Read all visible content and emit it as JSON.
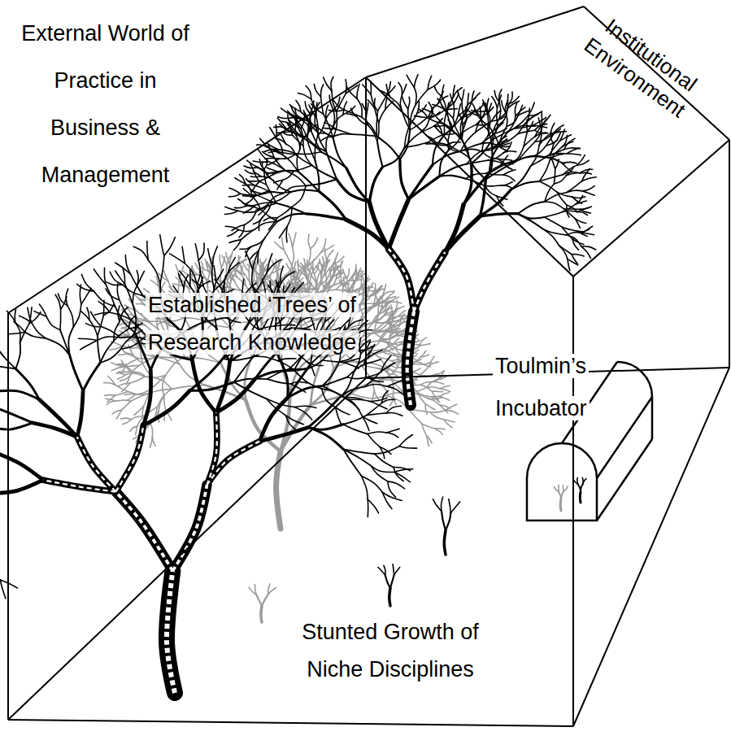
{
  "diagram": {
    "labels": [
      "External World of Practice in Business & Management",
      "Institutional Environment",
      "Established ‘Trees’ of Research Knowledge",
      "Toulmin’s Incubator",
      "Stunted Growth of Niche Disciplines"
    ]
  }
}
